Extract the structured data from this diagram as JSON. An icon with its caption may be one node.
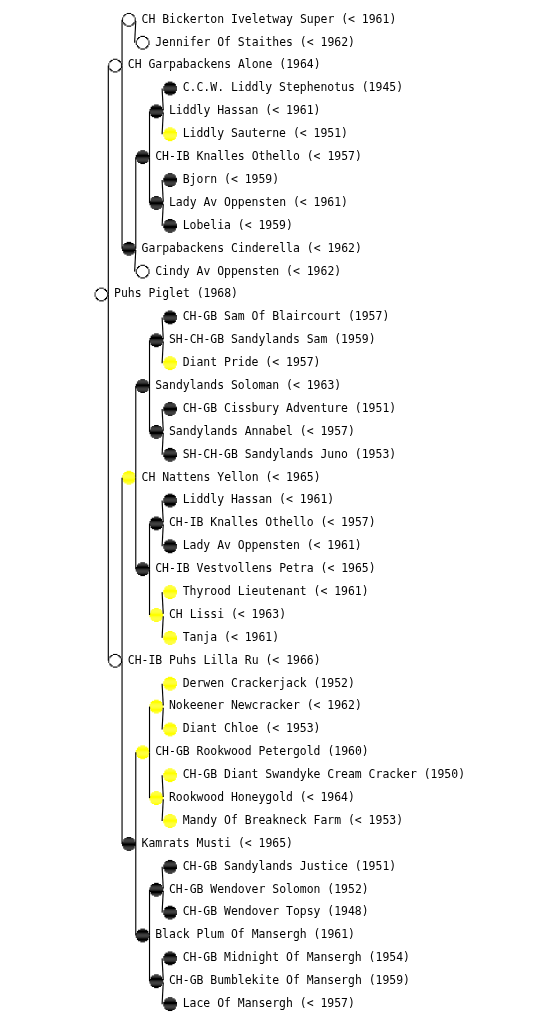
{
  "diagram": {
    "nodes": [
      {
        "text": [
          "CH Bickerton Iveletway Super (< 1961)"
        ]
      },
      {
        "text": [
          "Jennifer Of Staithes (< 1962)"
        ]
      },
      {
        "text": [
          "CH Garpabackens Alone (1964)"
        ]
      },
      {
        "text": [
          "C.C.W. Liddly Stephenotus (1945)"
        ]
      },
      {
        "text": [
          "Liddly Hassan (< 1961)"
        ]
      },
      {
        "text": [
          "Liddly Sauterne (< 1951)"
        ]
      },
      {
        "text": [
          "CH-IB Knalles Othello (< 1957)"
        ]
      },
      {
        "text": [
          "Bjorn (< 1959)"
        ]
      },
      {
        "text": [
          "Lady Av Oppensten (< 1961)"
        ]
      },
      {
        "text": [
          "Lobelia (< 1959)"
        ]
      },
      {
        "text": [
          "Garpabackens Cinderella (< 1962)"
        ]
      },
      {
        "text": [
          "Cindy Av Oppensten (< 1962)"
        ]
      },
      {
        "text": [
          "Puhs Piglet (1968)"
        ]
      },
      {
        "text": [
          "CH-GB Sam Of Blaircourt (1957)"
        ]
      },
      {
        "text": [
          "SH-CH-GB Sandylands Sam (1959)"
        ]
      },
      {
        "text": [
          "Diant Pride (< 1957)"
        ]
      },
      {
        "text": [
          "Sandylands Soloman (< 1963)"
        ]
      },
      {
        "text": [
          "CH-GB Cissbury Adventure (1951)"
        ]
      },
      {
        "text": [
          "Sandylands Annabel (< 1957)"
        ]
      },
      {
        "text": [
          "SH-CH-GB Sandylands Juno (1953)"
        ]
      },
      {
        "text": [
          "CH Nattens Yellon (< 1965)"
        ]
      },
      {
        "text": [
          "Liddly Hassan (< 1961)"
        ]
      },
      {
        "text": [
          "CH-IB Knalles Othello (< 1957)"
        ]
      },
      {
        "text": [
          "Lady Av Oppensten (< 1961)"
        ]
      },
      {
        "text": [
          "CH-IB Vestvollens Petra (< 1965)"
        ]
      },
      {
        "text": [
          "Thyrood Lieutenant (< 1961)"
        ]
      },
      {
        "text": [
          "CH Lissi (< 1963)"
        ]
      },
      {
        "text": [
          "Tanja (< 1961)"
        ]
      },
      {
        "text": [
          "CH-IB Puhs Lilla Ru (< 1966)"
        ]
      },
      {
        "text": [
          "Derwen Crackerjack (1952)"
        ]
      },
      {
        "text": [
          "Nokeener Newcracker (< 1962)"
        ]
      },
      {
        "text": [
          "Diant Chloe (< 1953)"
        ]
      },
      {
        "text": [
          "CH-GB Rookwood Petergold (1960)"
        ]
      },
      {
        "text": [
          "CH-GB Diant Swandyke Cream Cracker (1950)"
        ]
      },
      {
        "text": [
          "Rookwood Honeygold (< 1964)"
        ]
      },
      {
        "text": [
          "Mandy Of Breakneck Farm (< 1953)"
        ]
      },
      {
        "text": [
          "Kamrats Musti (< 1965)"
        ]
      },
      {
        "text": [
          "CH-GB Sandylands Justice (1951)"
        ]
      },
      {
        "text": [
          "CH-GB Wendover Solomon (1952)"
        ]
      },
      {
        "text": [
          "CH-GB Wendover Topsy (1948)"
        ]
      },
      {
        "text": [
          "Black Plum Of Mansergh (1961)"
        ]
      },
      {
        "text": [
          "CH-GB Midnight Of Mansergh (1954)"
        ]
      },
      {
        "text": [
          "CH-GB Bumblekite Of Mansergh (1959)"
        ]
      },
      {
        "text": [
          "Lace Of Mansergh (< 1957)"
        ]
      }
    ],
    "edges": [
      {
        "from": 0,
        "to": 2,
        "arrow": "none"
      },
      {
        "from": 0,
        "to": 1,
        "arrow": "none"
      },
      {
        "from": 2,
        "to": 12,
        "arrow": "none"
      },
      {
        "from": 2,
        "to": 10,
        "arrow": "none"
      },
      {
        "from": 3,
        "to": 4,
        "arrow": "none"
      },
      {
        "from": 4,
        "to": 6,
        "arrow": "none"
      },
      {
        "from": 4,
        "to": 5,
        "arrow": "none"
      },
      {
        "from": 6,
        "to": 10,
        "arrow": "none"
      },
      {
        "from": 6,
        "to": 8,
        "arrow": "none"
      },
      {
        "from": 7,
        "to": 8,
        "arrow": "none"
      },
      {
        "from": 8,
        "to": 9,
        "arrow": "none"
      },
      {
        "from": 10,
        "to": 11,
        "arrow": "none"
      },
      {
        "from": 12,
        "to": 28,
        "arrow": "none"
      },
      {
        "from": 13,
        "to": 14,
        "arrow": "none"
      },
      {
        "from": 14,
        "to": 16,
        "arrow": "none"
      },
      {
        "from": 14,
        "to": 15,
        "arrow": "none"
      },
      {
        "from": 16,
        "to": 20,
        "arrow": "none"
      },
      {
        "from": 16,
        "to": 18,
        "arrow": "none"
      },
      {
        "from": 17,
        "to": 18,
        "arrow": "none"
      },
      {
        "from": 18,
        "to": 19,
        "arrow": "none"
      },
      {
        "from": 20,
        "to": 28,
        "arrow": "none"
      },
      {
        "from": 20,
        "to": 24,
        "arrow": "none"
      },
      {
        "from": 21,
        "to": 22,
        "arrow": "none"
      },
      {
        "from": 22,
        "to": 24,
        "arrow": "none"
      },
      {
        "from": 22,
        "to": 23,
        "arrow": "none"
      },
      {
        "from": 24,
        "to": 26,
        "arrow": "none"
      },
      {
        "from": 25,
        "to": 26,
        "arrow": "none"
      },
      {
        "from": 26,
        "to": 27,
        "arrow": "none"
      },
      {
        "from": 28,
        "to": 36,
        "arrow": "none"
      },
      {
        "from": 29,
        "to": 30,
        "arrow": "none"
      },
      {
        "from": 30,
        "to": 32,
        "arrow": "none"
      },
      {
        "from": 30,
        "to": 31,
        "arrow": "none"
      },
      {
        "from": 32,
        "to": 36,
        "arrow": "none"
      },
      {
        "from": 32,
        "to": 34,
        "arrow": "none"
      },
      {
        "from": 33,
        "to": 34,
        "arrow": "none"
      },
      {
        "from": 34,
        "to": 35,
        "arrow": "none"
      },
      {
        "from": 36,
        "to": 40,
        "arrow": "none"
      },
      {
        "from": 37,
        "to": 38,
        "arrow": "none"
      },
      {
        "from": 38,
        "to": 40,
        "arrow": "none"
      },
      {
        "from": 38,
        "to": 39,
        "arrow": "none"
      },
      {
        "from": 40,
        "to": 42,
        "arrow": "none"
      },
      {
        "from": 41,
        "to": 42,
        "arrow": "none"
      },
      {
        "from": 42,
        "to": 43,
        "arrow": "none"
      }
    ]
  }
}
